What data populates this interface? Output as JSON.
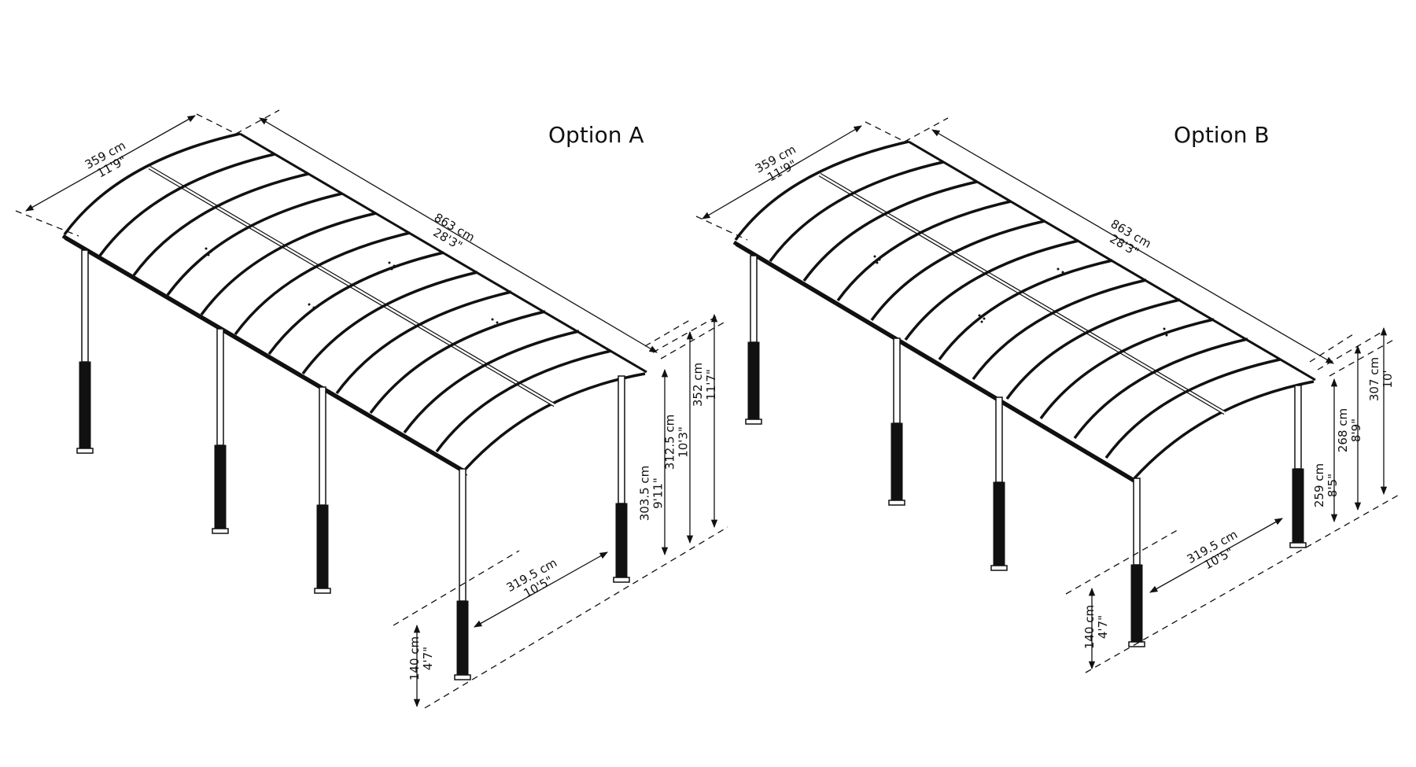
{
  "diagram": {
    "type": "technical-dimension-drawing",
    "subject": "Curved-roof carport, two post configurations",
    "colors": {
      "line": "#111111",
      "background": "#ffffff"
    }
  },
  "options": [
    {
      "title": "Option A",
      "dimensions": {
        "width": {
          "metric": "359 cm",
          "imperial": "11'9\""
        },
        "length": {
          "metric": "863 cm",
          "imperial": "28'3\""
        },
        "post_spacing": {
          "metric": "319.5 cm",
          "imperial": "10'5\""
        },
        "base_height": {
          "metric": "140 cm",
          "imperial": "4'7\""
        },
        "eave_height": {
          "metric": "303.5 cm",
          "imperial": "9'11\""
        },
        "mid_height": {
          "metric": "312.5 cm",
          "imperial": "10'3\""
        },
        "peak_height": {
          "metric": "352 cm",
          "imperial": "11'7\""
        }
      }
    },
    {
      "title": "Option B",
      "dimensions": {
        "width": {
          "metric": "359 cm",
          "imperial": "11'9\""
        },
        "length": {
          "metric": "863 cm",
          "imperial": "28'3\""
        },
        "post_spacing": {
          "metric": "319.5 cm",
          "imperial": "10'5\""
        },
        "base_height": {
          "metric": "140 cm",
          "imperial": "4'7\""
        },
        "eave_height": {
          "metric": "259 cm",
          "imperial": "8'5\""
        },
        "mid_height": {
          "metric": "268 cm",
          "imperial": "8'9\""
        },
        "peak_height": {
          "metric": "307 cm",
          "imperial": "10'"
        }
      }
    }
  ]
}
